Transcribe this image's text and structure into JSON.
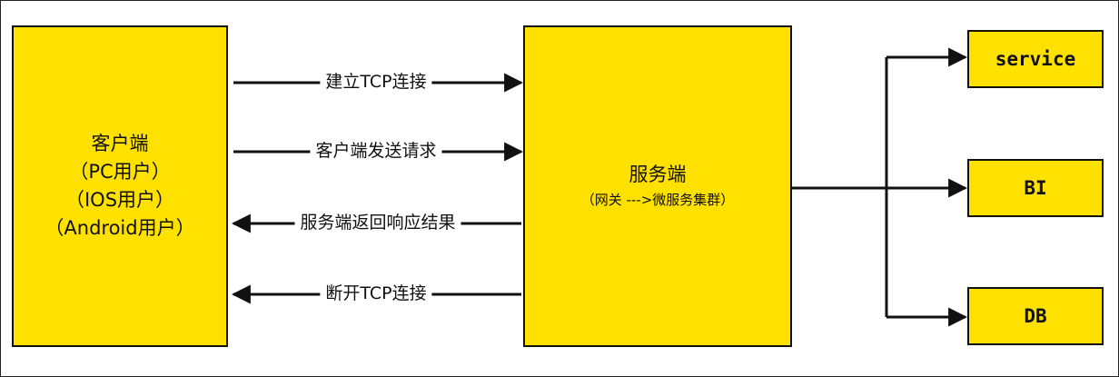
{
  "client": {
    "lines": [
      "客户端",
      "（PC用户）",
      "（IOS用户）",
      "（Android用户）"
    ]
  },
  "server": {
    "title": "服务端",
    "subtitle": "（网关 --->微服务集群）"
  },
  "arrows": [
    {
      "label": "建立TCP连接",
      "direction": "right"
    },
    {
      "label": "客户端发送请求",
      "direction": "right"
    },
    {
      "label": "服务端返回响应结果",
      "direction": "left"
    },
    {
      "label": "断开TCP连接",
      "direction": "left"
    }
  ],
  "backends": [
    "service",
    "BI",
    "DB"
  ]
}
